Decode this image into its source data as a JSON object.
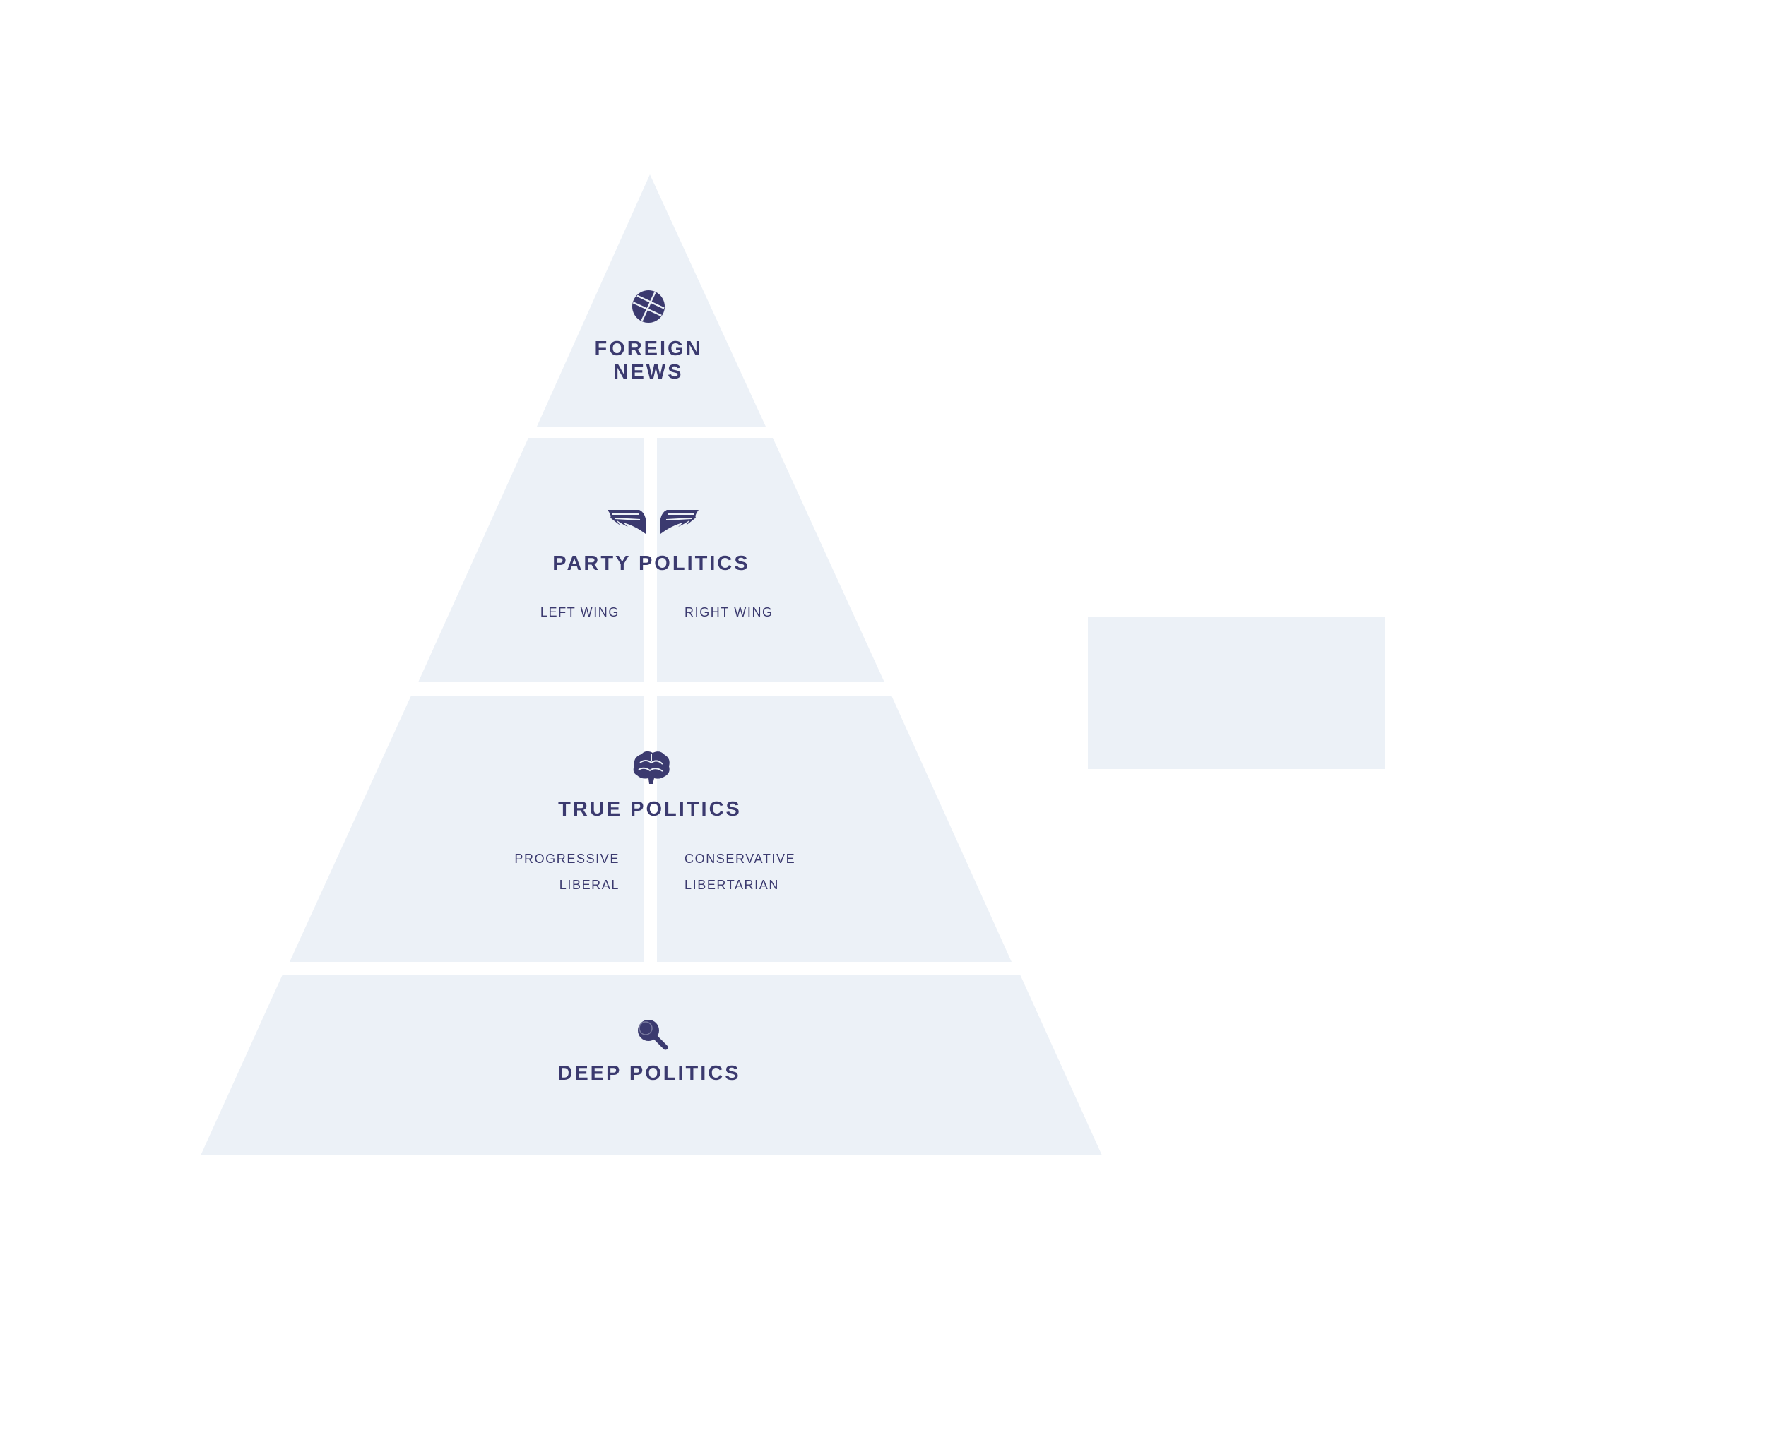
{
  "colors": {
    "tier_fill": "#ecf1f7",
    "text": "#3b3a6f",
    "background": "#ffffff"
  },
  "tiers": {
    "foreign_news": {
      "icon": "globe-icon",
      "title_line1": "FOREIGN",
      "title_line2": "NEWS"
    },
    "party_politics": {
      "icon": "wings-icon",
      "title": "PARTY POLITICS",
      "left": [
        "LEFT WING"
      ],
      "right": [
        "RIGHT WING"
      ]
    },
    "true_politics": {
      "icon": "brain-icon",
      "title": "TRUE POLITICS",
      "left": [
        "PROGRESSIVE",
        "LIBERAL"
      ],
      "right": [
        "CONSERVATIVE",
        "LIBERTARIAN"
      ]
    },
    "deep_politics": {
      "icon": "magnifier-icon",
      "title": "DEEP POLITICS"
    }
  }
}
